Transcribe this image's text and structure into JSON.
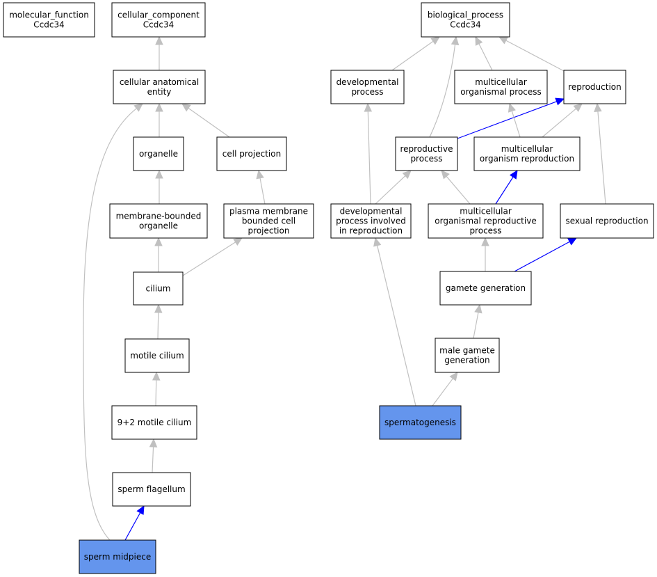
{
  "colors": {
    "node_fill": "#ffffff",
    "node_highlight_fill": "#6495ed",
    "node_stroke": "#000000",
    "edge_gray": "#c0c0c0",
    "edge_blue": "#0000ff"
  },
  "nodes": [
    {
      "id": "mf",
      "lines": [
        "molecular_function",
        "Ccdc34"
      ],
      "highlight": false
    },
    {
      "id": "cc",
      "lines": [
        "cellular_component",
        "Ccdc34"
      ],
      "highlight": false
    },
    {
      "id": "bp",
      "lines": [
        "biological_process",
        "Ccdc34"
      ],
      "highlight": false
    },
    {
      "id": "cae",
      "lines": [
        "cellular anatomical",
        "entity"
      ],
      "highlight": false
    },
    {
      "id": "organelle",
      "lines": [
        "organelle"
      ],
      "highlight": false
    },
    {
      "id": "cellproj",
      "lines": [
        "cell projection"
      ],
      "highlight": false
    },
    {
      "id": "mbo",
      "lines": [
        "membrane-bounded",
        "organelle"
      ],
      "highlight": false
    },
    {
      "id": "pmbcp",
      "lines": [
        "plasma membrane",
        "bounded cell",
        "projection"
      ],
      "highlight": false
    },
    {
      "id": "cilium",
      "lines": [
        "cilium"
      ],
      "highlight": false
    },
    {
      "id": "motile",
      "lines": [
        "motile cilium"
      ],
      "highlight": false
    },
    {
      "id": "ninetwo",
      "lines": [
        "9+2 motile cilium"
      ],
      "highlight": false
    },
    {
      "id": "flagellum",
      "lines": [
        "sperm flagellum"
      ],
      "highlight": false
    },
    {
      "id": "midpiece",
      "lines": [
        "sperm midpiece"
      ],
      "highlight": true
    },
    {
      "id": "devproc",
      "lines": [
        "developmental",
        "process"
      ],
      "highlight": false
    },
    {
      "id": "mop",
      "lines": [
        "multicellular",
        "organismal process"
      ],
      "highlight": false
    },
    {
      "id": "repro",
      "lines": [
        "reproduction"
      ],
      "highlight": false
    },
    {
      "id": "reproproc",
      "lines": [
        "reproductive",
        "process"
      ],
      "highlight": false
    },
    {
      "id": "mor",
      "lines": [
        "multicellular",
        "organism reproduction"
      ],
      "highlight": false
    },
    {
      "id": "dpir",
      "lines": [
        "developmental",
        "process involved",
        "in reproduction"
      ],
      "highlight": false
    },
    {
      "id": "morp",
      "lines": [
        "multicellular",
        "organismal reproductive",
        "process"
      ],
      "highlight": false
    },
    {
      "id": "sexrep",
      "lines": [
        "sexual reproduction"
      ],
      "highlight": false
    },
    {
      "id": "gamgen",
      "lines": [
        "gamete generation"
      ],
      "highlight": false
    },
    {
      "id": "malegam",
      "lines": [
        "male gamete",
        "generation"
      ],
      "highlight": false
    },
    {
      "id": "spermato",
      "lines": [
        "spermatogenesis"
      ],
      "highlight": true
    }
  ],
  "edges": [
    {
      "from": "cae",
      "to": "cc",
      "color": "gray"
    },
    {
      "from": "organelle",
      "to": "cae",
      "color": "gray"
    },
    {
      "from": "cellproj",
      "to": "cae",
      "color": "gray"
    },
    {
      "from": "midpiece",
      "to": "cae",
      "color": "gray"
    },
    {
      "from": "mbo",
      "to": "organelle",
      "color": "gray"
    },
    {
      "from": "pmbcp",
      "to": "cellproj",
      "color": "gray"
    },
    {
      "from": "cilium",
      "to": "mbo",
      "color": "gray"
    },
    {
      "from": "cilium",
      "to": "pmbcp",
      "color": "gray"
    },
    {
      "from": "motile",
      "to": "cilium",
      "color": "gray"
    },
    {
      "from": "ninetwo",
      "to": "motile",
      "color": "gray"
    },
    {
      "from": "flagellum",
      "to": "ninetwo",
      "color": "gray"
    },
    {
      "from": "midpiece",
      "to": "flagellum",
      "color": "blue"
    },
    {
      "from": "devproc",
      "to": "bp",
      "color": "gray"
    },
    {
      "from": "reproproc",
      "to": "bp",
      "color": "gray"
    },
    {
      "from": "mop",
      "to": "bp",
      "color": "gray"
    },
    {
      "from": "repro",
      "to": "bp",
      "color": "gray"
    },
    {
      "from": "reproproc",
      "to": "repro",
      "color": "blue"
    },
    {
      "from": "mor",
      "to": "mop",
      "color": "gray"
    },
    {
      "from": "mor",
      "to": "repro",
      "color": "gray"
    },
    {
      "from": "dpir",
      "to": "devproc",
      "color": "gray"
    },
    {
      "from": "dpir",
      "to": "reproproc",
      "color": "gray"
    },
    {
      "from": "morp",
      "to": "reproproc",
      "color": "gray"
    },
    {
      "from": "morp",
      "to": "mor",
      "color": "blue"
    },
    {
      "from": "sexrep",
      "to": "repro",
      "color": "gray"
    },
    {
      "from": "gamgen",
      "to": "morp",
      "color": "gray"
    },
    {
      "from": "gamgen",
      "to": "sexrep",
      "color": "blue"
    },
    {
      "from": "malegam",
      "to": "gamgen",
      "color": "gray"
    },
    {
      "from": "spermato",
      "to": "malegam",
      "color": "gray"
    },
    {
      "from": "spermato",
      "to": "dpir",
      "color": "gray"
    }
  ]
}
